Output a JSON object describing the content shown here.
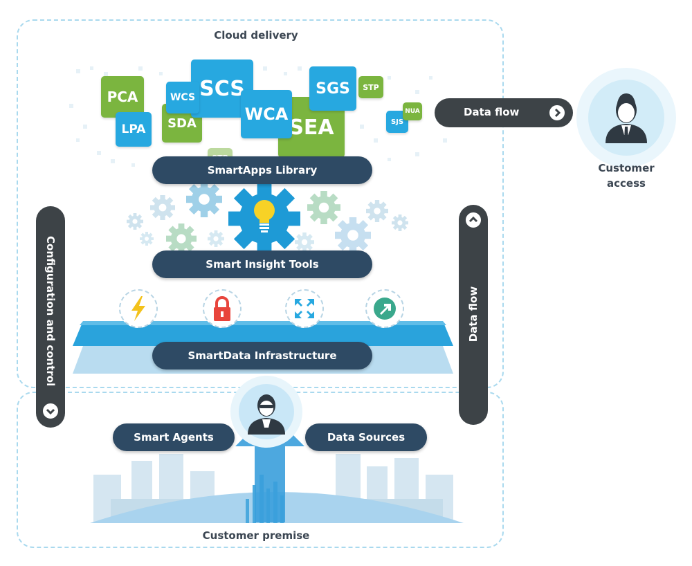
{
  "regions": {
    "cloud_label": "Cloud delivery",
    "premise_label": "Customer premise"
  },
  "tiles": {
    "pca": "PCA",
    "lpa": "LPA",
    "wcs": "WCS",
    "sda": "SDA",
    "scs": "SCS",
    "wca": "WCA",
    "sea": "SEA",
    "sgs": "SGS",
    "stp": "STP",
    "stp_faded": "STP",
    "nua": "NUA",
    "sjs": "SJS"
  },
  "layers": {
    "smartapps": "SmartApps Library",
    "insight": "Smart Insight Tools",
    "infrastructure": "SmartData Infrastructure"
  },
  "premise": {
    "agents": "Smart Agents",
    "sources": "Data Sources"
  },
  "side_bars": {
    "config": "Configuration and control",
    "data_flow_vertical": "Data flow",
    "data_flow_horizontal": "Data flow"
  },
  "customer": {
    "access_line1": "Customer",
    "access_line2": "access"
  },
  "colors": {
    "green": "#7bb53f",
    "blue": "#27a8e0",
    "dark_navy": "#2e4a64",
    "dark_bar": "#3d4347",
    "region_border": "#a9d9ee"
  }
}
